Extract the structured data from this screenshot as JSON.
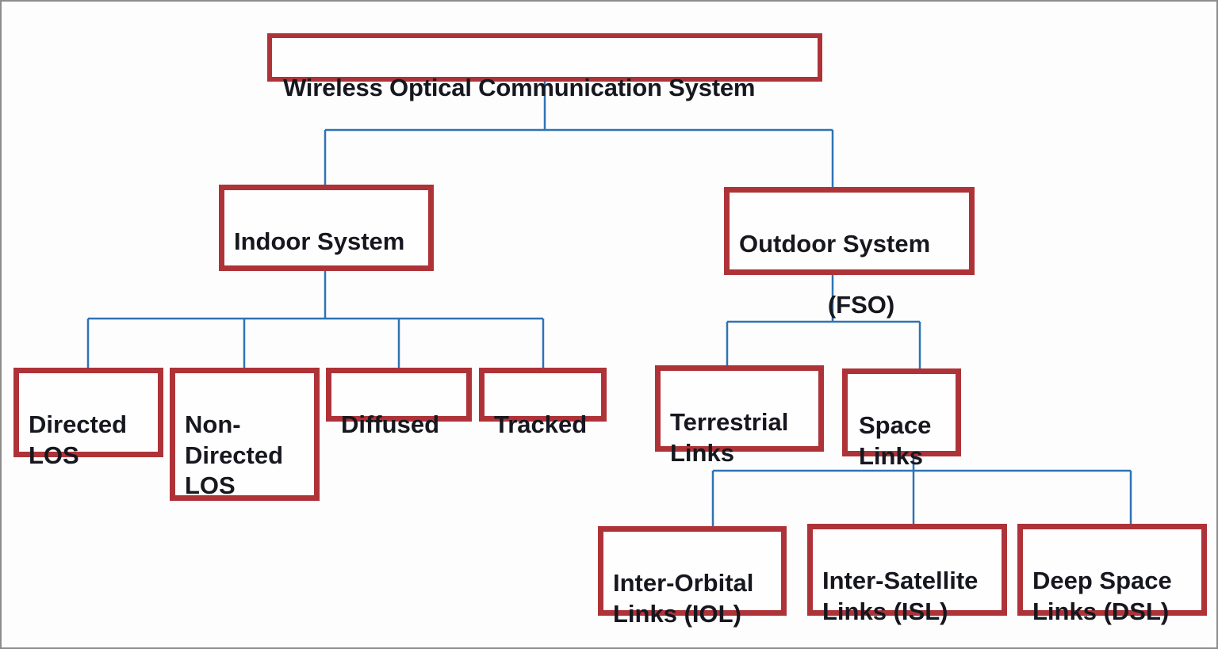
{
  "diagram": {
    "title": "Wireless Optical Communication System",
    "type": "hierarchy-tree",
    "theme": {
      "box_border_color": "#AE3338",
      "box_fill_color": "#FEFEFE",
      "connector_color": "#2E74B5",
      "text_color": "#17171F",
      "frame_border_color": "#8D8D8D",
      "background_color": "#FDFDFD"
    },
    "nodes": {
      "root": {
        "label": "Wireless Optical Communication System"
      },
      "indoor": {
        "label": "Indoor System"
      },
      "outdoor": {
        "label": "Outdoor System",
        "sublabel": "(FSO)"
      },
      "directed_los": {
        "label": "Directed\nLOS"
      },
      "non_directed_los": {
        "label": "Non-\nDirected\nLOS"
      },
      "diffused": {
        "label": "Diffused"
      },
      "tracked": {
        "label": "Tracked"
      },
      "terrestrial_links": {
        "label": "Terrestrial\nLinks"
      },
      "space_links": {
        "label": "Space\nLinks"
      },
      "inter_orbital": {
        "label": "Inter-Orbital\nLinks (IOL)"
      },
      "inter_satellite": {
        "label": "Inter-Satellite\nLinks (ISL)"
      },
      "deep_space": {
        "label": "Deep Space\nLinks (DSL)"
      }
    },
    "hierarchy": {
      "root": [
        "indoor",
        "outdoor"
      ],
      "indoor": [
        "directed_los",
        "non_directed_los",
        "diffused",
        "tracked"
      ],
      "outdoor": [
        "terrestrial_links",
        "space_links"
      ],
      "space_links": [
        "inter_orbital",
        "inter_satellite",
        "deep_space"
      ]
    }
  }
}
